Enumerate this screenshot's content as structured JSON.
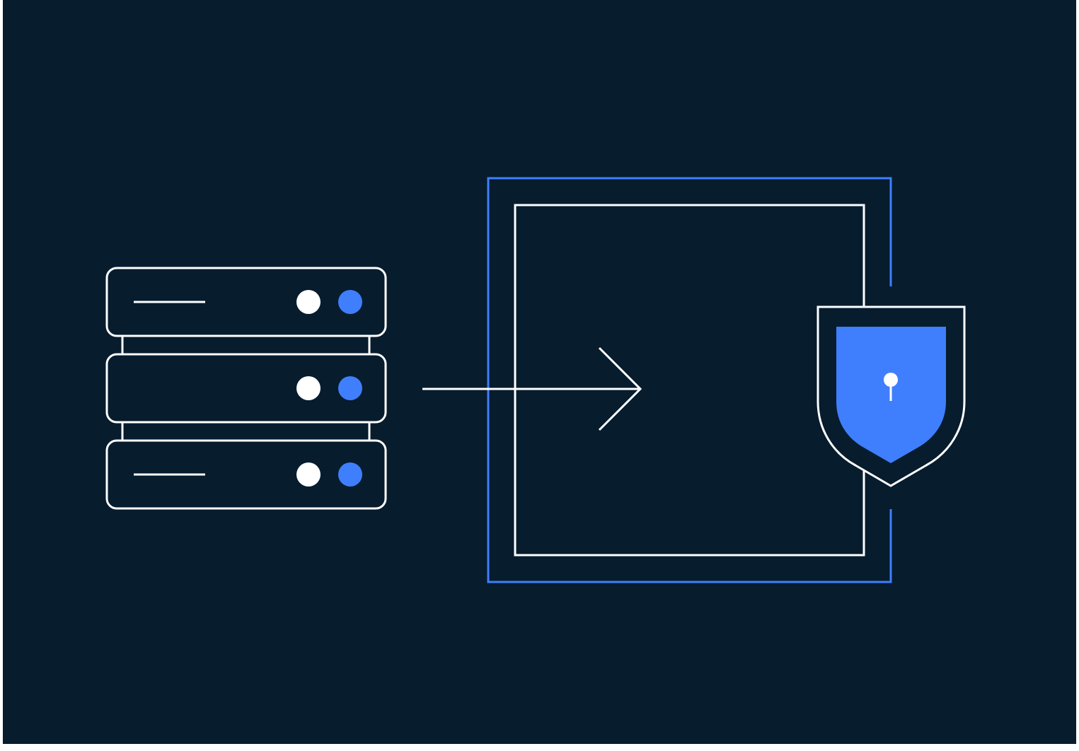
{
  "colors": {
    "background": "#071c2d",
    "page": "#ffffff",
    "stroke": "#ffffff",
    "accent": "#3f7ffd"
  },
  "diagram": {
    "server": {
      "icon": "server-rack-icon",
      "units": [
        {
          "has_label_line": true,
          "status_dot": "white",
          "indicator_dot": "blue"
        },
        {
          "has_label_line": false,
          "status_dot": "white",
          "indicator_dot": "blue"
        },
        {
          "has_label_line": true,
          "status_dot": "white",
          "indicator_dot": "blue"
        }
      ]
    },
    "arrow": {
      "icon": "arrow-right-icon",
      "direction": "right"
    },
    "vault": {
      "icon": "secure-boundary-icon",
      "outer_frame_color": "accent",
      "inner_frame_color": "white"
    },
    "shield": {
      "icon": "shield-lock-icon",
      "fill_color": "accent",
      "keyhole": "keyhole-icon"
    }
  }
}
